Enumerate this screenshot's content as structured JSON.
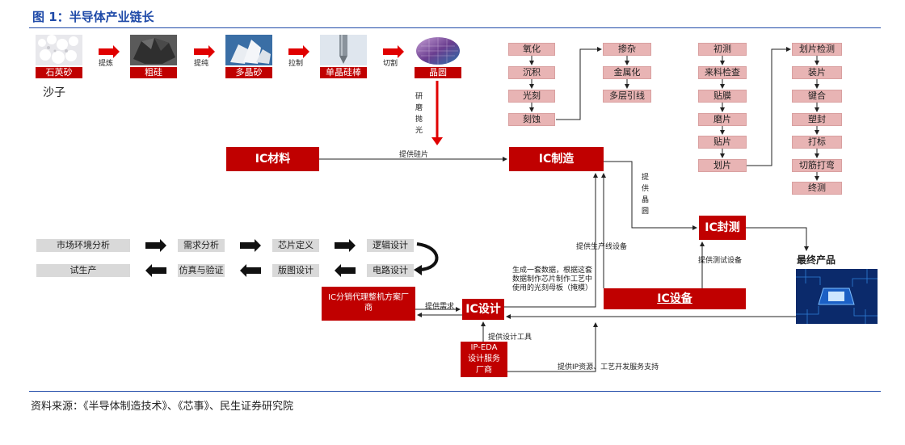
{
  "figure": {
    "title": "图 1：半导体产业链长",
    "source": "资料来源：《半导体制造技术》、《芯事》、民生证券研究院"
  },
  "materials": {
    "items": [
      "石英砂",
      "粗硅",
      "多晶砂",
      "单晶硅棒",
      "晶圆"
    ],
    "steps": [
      "提炼",
      "提纯",
      "拉制",
      "切割"
    ],
    "sand": "沙子",
    "grinding": [
      "研",
      "磨",
      "抛",
      "光"
    ]
  },
  "fab_steps": [
    "氧化",
    "沉积",
    "光刻",
    "刻蚀"
  ],
  "doping_steps": [
    "掺杂",
    "金属化",
    "多层引线"
  ],
  "test_steps": [
    "初测",
    "来料检查",
    "贴膜",
    "磨片",
    "贴片",
    "划片"
  ],
  "pack_steps": [
    "划片检测",
    "装片",
    "键合",
    "塑封",
    "打标",
    "切筋打弯",
    "终测"
  ],
  "nodes": {
    "ic_material": "IC材料",
    "ic_manufacture": "IC制造",
    "ic_package": "IC封测",
    "ic_equipment": "IC设备",
    "ic_design": "IC设计",
    "ip_eda": "IP-EDA\n设计服务\n厂商",
    "distributor": "IC分销代理整机方案厂\n商",
    "final_product": "最终产品"
  },
  "design_flow_row1": [
    "市场环境分析",
    "需求分析",
    "芯片定义",
    "逻辑设计"
  ],
  "design_flow_row2": [
    "试生产",
    "仿真与验证",
    "版图设计",
    "电路设计"
  ],
  "edge_labels": {
    "supply_wafer": "提供硅片",
    "supply_wafer_vertical": [
      "提",
      "供",
      "晶",
      "圆"
    ],
    "supply_line_equipment": "提供生产线设备",
    "supply_test_equipment": "提供测试设备",
    "supply_demand": "提供需求",
    "supply_design_tools": "提供设计工具",
    "supply_ip": "提供IP资源、工艺开发服务支持",
    "mask_note": "生成一套数据，根据这套\n数据制作芯片制作工艺中\n使用的光刻母板（掩模）"
  }
}
